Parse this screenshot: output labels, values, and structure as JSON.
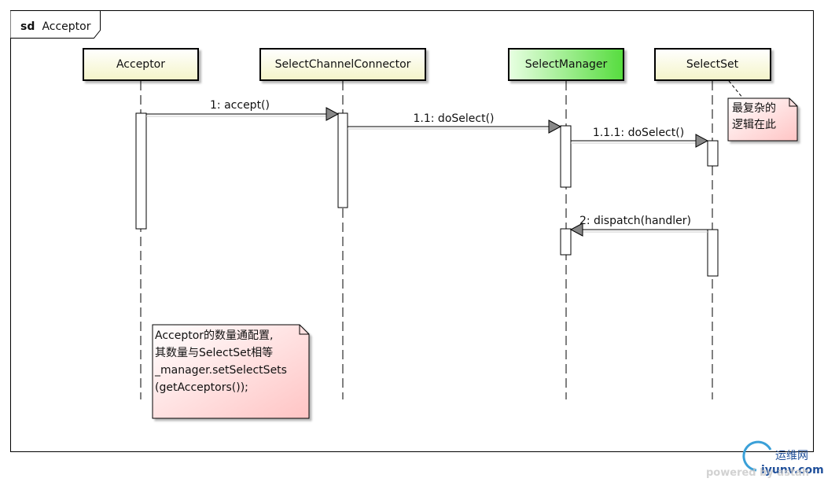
{
  "frame": {
    "keyword": "sd",
    "name": "Acceptor"
  },
  "lifelines": [
    {
      "name": "Acceptor",
      "fill_top": "#ffffff",
      "fill_bottom": "#f4f4c8"
    },
    {
      "name": "SelectChannelConnector",
      "fill_top": "#ffffff",
      "fill_bottom": "#f4f4c8"
    },
    {
      "name": "SelectManager",
      "fill_top": "#e6ffe0",
      "fill_bottom": "#66e050"
    },
    {
      "name": "SelectSet",
      "fill_top": "#ffffff",
      "fill_bottom": "#f4f4c8"
    }
  ],
  "messages": [
    {
      "label": "1: accept()"
    },
    {
      "label": "1.1: doSelect()"
    },
    {
      "label": "1.1.1: doSelect()"
    },
    {
      "label": "2: dispatch(handler)"
    }
  ],
  "notes": [
    {
      "lines": [
        "最复杂的",
        "逻辑在此"
      ]
    },
    {
      "lines": [
        "Acceptor的数量通配置,",
        "其数量与SelectSet相等",
        "_manager.setSelectSets",
        "(getAcceptors());"
      ]
    }
  ],
  "watermark": {
    "site_cn": "运维网",
    "site": "iyunv.com",
    "powered": "powered by astah"
  },
  "colors": {
    "note_top": "#ffffff",
    "note_bottom": "#ffc8c8",
    "line": "#000000",
    "lifeline_dash": "#000000"
  }
}
